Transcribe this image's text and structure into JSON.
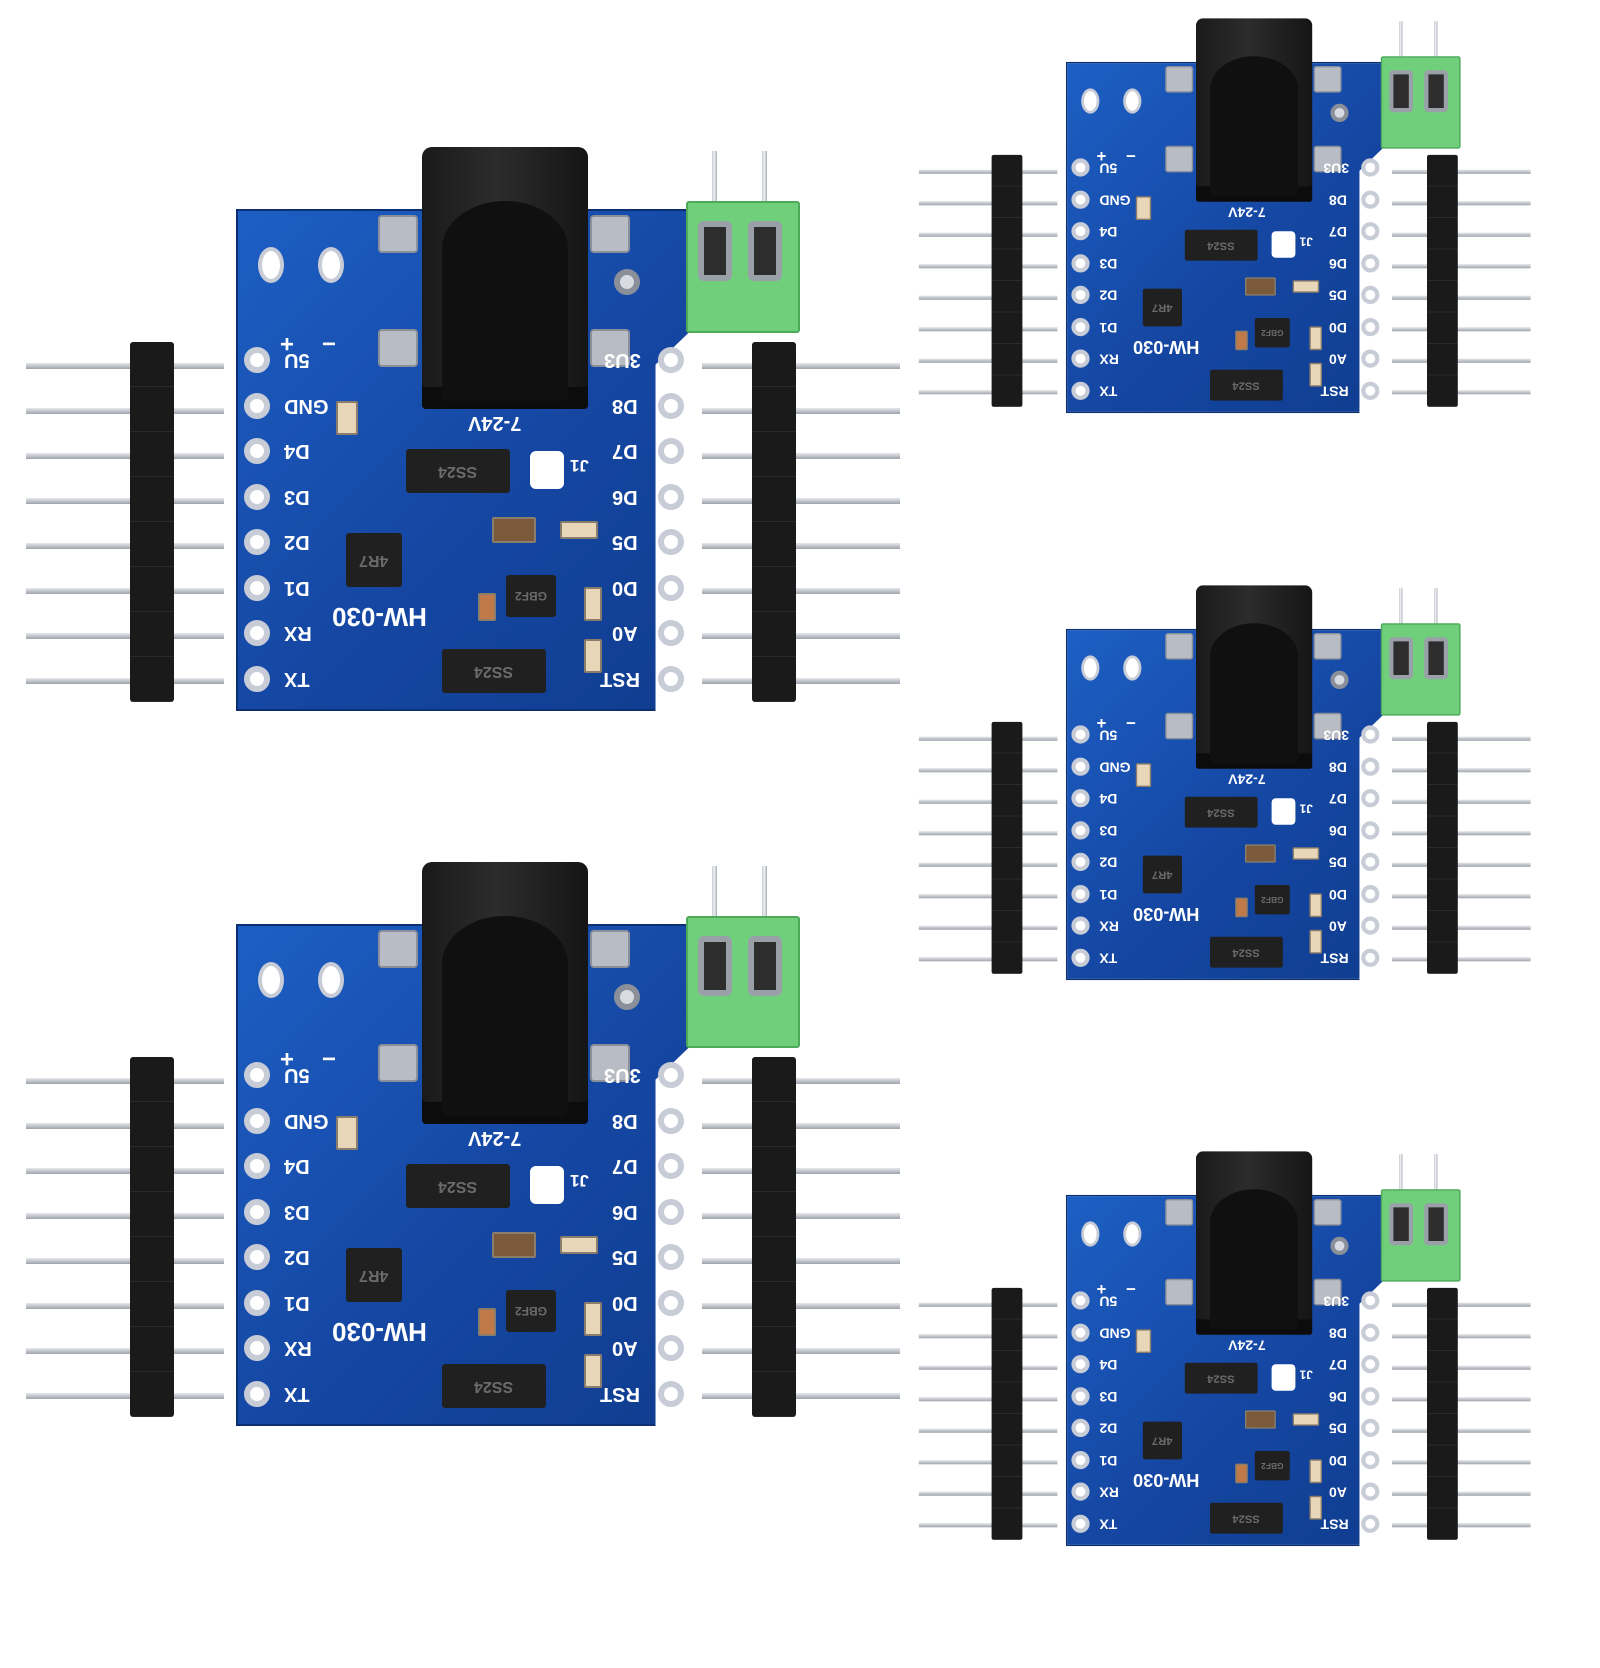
{
  "board_model": "HW-030",
  "input_voltage": "7-24V",
  "power_marks": {
    "plus": "+",
    "minus": "−"
  },
  "jumper_label": "J1",
  "inductor_label": "4R7",
  "diode_label": "SS24",
  "bridge_label": "GBF2",
  "pins_left": [
    "5U",
    "GND",
    "D4",
    "D3",
    "D2",
    "D1",
    "RX",
    "TX"
  ],
  "pins_right": [
    "3U3",
    "D8",
    "D7",
    "D6",
    "D5",
    "D0",
    "A0",
    "RST"
  ],
  "colors": {
    "pcb": "#1a52b5",
    "terminal": "#6fcf7a",
    "header": "#1a1a1a",
    "jack": "#1f1f1f"
  }
}
